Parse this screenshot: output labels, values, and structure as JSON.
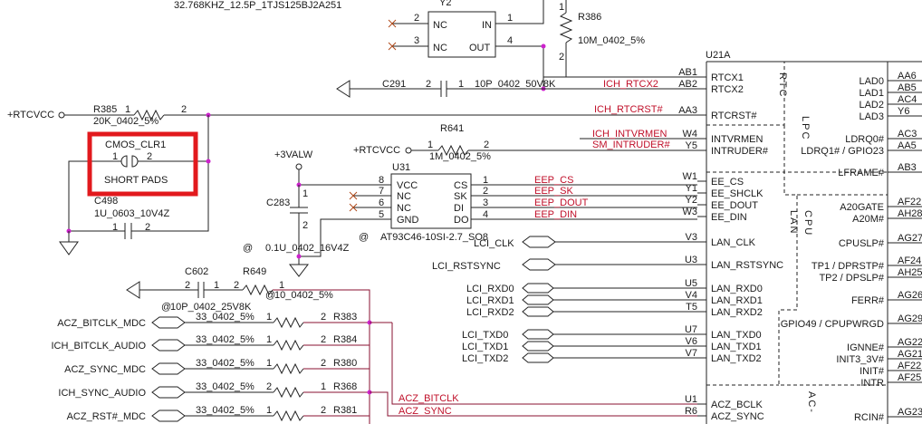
{
  "colors": {
    "wire": "#222222",
    "net_label": "#c0102a",
    "junction": "#cc22cc",
    "highlight": "#e2191d"
  },
  "top_part_note": "32.768KHZ_12.5P_1TJS125BJ2A251",
  "y2": {
    "ref": "Y2",
    "pins": {
      "nc1": "NC",
      "in": "IN",
      "nc2": "NC",
      "out": "OUT"
    },
    "pin_nums": [
      "2",
      "3",
      "1",
      "4"
    ]
  },
  "r386": {
    "ref": "R386",
    "value": "10M_0402_5%",
    "pin1": "1",
    "pin2": "2"
  },
  "c291": {
    "ref": "C291",
    "value": "10P_0402_50V8K",
    "pin1": "2",
    "pin2": "1"
  },
  "rtc_nets": {
    "rtcx2": "ICH_RTCX2",
    "rtcrst": "ICH_RTCRST#",
    "intvrmen": "ICH_INTVRMEN",
    "intruder": "SM_INTRUDER#"
  },
  "r385": {
    "ref": "R385",
    "value": "20K_0402_5%",
    "pin1": "1",
    "pin2": "2"
  },
  "rtcvcc": "+RTCVCC",
  "cmos": {
    "ref": "CMOS_CLR1",
    "pin1": "1",
    "pin2": "2",
    "note": "SHORT PADS"
  },
  "c498": {
    "ref": "C498",
    "value": "1U_0603_10V4Z",
    "pin1": "1",
    "pin2": "2"
  },
  "r641": {
    "ref": "R641",
    "value": "1M_0402_5%",
    "pin1": "1",
    "pin2": "2"
  },
  "u31": {
    "ref": "U31",
    "part": "AT93C46-10SI-2.7_SO8",
    "left_pins": [
      {
        "num": "8",
        "name": "VCC"
      },
      {
        "num": "7",
        "name": "NC"
      },
      {
        "num": "6",
        "name": "NC"
      },
      {
        "num": "5",
        "name": "GND"
      }
    ],
    "right_pins": [
      {
        "num": "1",
        "name": "CS"
      },
      {
        "num": "2",
        "name": "SK"
      },
      {
        "num": "3",
        "name": "DI"
      },
      {
        "num": "4",
        "name": "DO"
      }
    ]
  },
  "valw": "+3VALW",
  "c283": {
    "ref": "C283",
    "value": "0.1U_0402_16V4Z",
    "pin1": "1",
    "pin2": "2"
  },
  "eep_nets": [
    "EEP_CS",
    "EEP_SK",
    "EEP_DOUT",
    "EEP_DIN"
  ],
  "at_symbol": "@",
  "lan_left_nets": {
    "clk": "LCI_CLK",
    "rstsync": "LCI_RSTSYNC",
    "rxd": [
      "LCI_RXD0",
      "LCI_RXD1",
      "LCI_RXD2"
    ],
    "txd": [
      "LCI_TXD0",
      "LCI_TXD1",
      "LCI_TXD2"
    ]
  },
  "c602": {
    "ref": "C602",
    "value": "10P_0402_25V8K",
    "pin1": "2",
    "pin2": "1"
  },
  "r649": {
    "ref": "R649",
    "value": "10_0402_5%",
    "pin1": "2",
    "pin2": "1"
  },
  "acz_rows": [
    {
      "net": "ACZ_BITCLK_MDC",
      "value": "33_0402_5%",
      "ref": "R383",
      "pin1": "1",
      "pin2": "2"
    },
    {
      "net": "ICH_BITCLK_AUDIO",
      "value": "33_0402_5%",
      "ref": "R384",
      "pin1": "1",
      "pin2": "2"
    },
    {
      "net": "ACZ_SYNC_MDC",
      "value": "33_0402_5%",
      "ref": "R380",
      "pin1": "1",
      "pin2": "2"
    },
    {
      "net": "ICH_SYNC_AUDIO",
      "value": "33_0402_5%",
      "ref": "R368",
      "pin1": "2",
      "pin2": "1"
    },
    {
      "net": "ACZ_RST#_MDC",
      "value": "33_0402_5%",
      "ref": "R381",
      "pin1": "1",
      "pin2": "2"
    }
  ],
  "acz_nets": {
    "bclk": "ACZ_BITCLK",
    "sync": "ACZ_SYNC"
  },
  "u21a": {
    "ref": "U21A",
    "left_pins": [
      {
        "num": "AB1",
        "name": "RTCX1"
      },
      {
        "num": "AB2",
        "name": "RTCX2"
      },
      {
        "num": "AA3",
        "name": "RTCRST#"
      },
      {
        "num": "W4",
        "name": "INTVRMEN"
      },
      {
        "num": "Y5",
        "name": "INTRUDER#"
      },
      {
        "num": "W1",
        "name": "EE_CS"
      },
      {
        "num": "Y1",
        "name": "EE_SHCLK"
      },
      {
        "num": "Y2",
        "name": "EE_DOUT"
      },
      {
        "num": "W3",
        "name": "EE_DIN"
      },
      {
        "num": "V3",
        "name": "LAN_CLK"
      },
      {
        "num": "U3",
        "name": "LAN_RSTSYNC"
      },
      {
        "num": "U5",
        "name": "LAN_RXD0"
      },
      {
        "num": "V4",
        "name": "LAN_RXD1"
      },
      {
        "num": "T5",
        "name": "LAN_RXD2"
      },
      {
        "num": "U7",
        "name": "LAN_TXD0"
      },
      {
        "num": "V6",
        "name": "LAN_TXD1"
      },
      {
        "num": "V7",
        "name": "LAN_TXD2"
      },
      {
        "num": "U1",
        "name": "ACZ_BCLK"
      },
      {
        "num": "R6",
        "name": "ACZ_SYNC"
      }
    ],
    "sections": {
      "rtc": "RTC",
      "lpc": "LPC",
      "lan": "LAN",
      "cpu": "CPU",
      "ac": "AC-"
    },
    "right_pins": [
      {
        "name": "LAD0",
        "num": "AA6"
      },
      {
        "name": "LAD1",
        "num": "AB5"
      },
      {
        "name": "LAD2",
        "num": "AC4"
      },
      {
        "name": "LAD3",
        "num": "Y6"
      },
      {
        "name": "LDRQ0#",
        "num": "AC3"
      },
      {
        "name": "LDRQ1# / GPIO23",
        "num": "AA5"
      },
      {
        "name": "LFRAME#",
        "num": "AB3"
      },
      {
        "name": "A20GATE",
        "num": "AF22"
      },
      {
        "name": "A20M#",
        "num": "AH28"
      },
      {
        "name": "CPUSLP#",
        "num": "AG27"
      },
      {
        "name": "TP1 / DPRSTP#",
        "num": "AF24"
      },
      {
        "name": "TP2 / DPSLP#",
        "num": "AH25"
      },
      {
        "name": "FERR#",
        "num": "AG26"
      },
      {
        "name": "GPIO49 / CPUPWRGD",
        "num": "AG29"
      },
      {
        "name": "IGNNE#",
        "num": "AG22"
      },
      {
        "name": "INIT3_3V#",
        "num": "AG21"
      },
      {
        "name": "INIT#",
        "num": "AF22"
      },
      {
        "name": "INTR",
        "num": "AF25"
      },
      {
        "name": "RCIN#",
        "num": "AG23"
      }
    ]
  }
}
